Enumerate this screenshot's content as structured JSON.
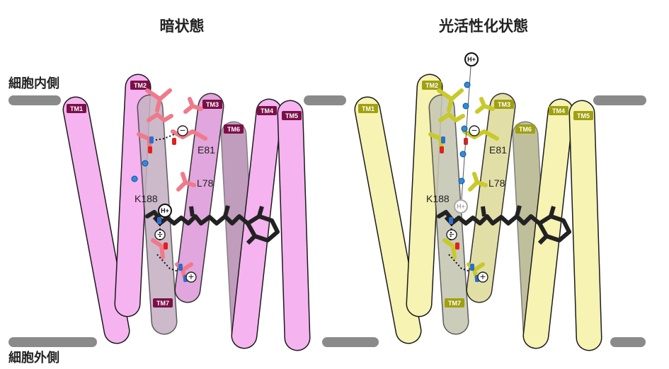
{
  "panels": {
    "dark": {
      "title": "暗状態",
      "fill": "#f5b3f0",
      "fill_light": "#fbe0f9",
      "tag": "#7a1048",
      "residue": "#f07a8a",
      "tm_labels": [
        "TM1",
        "TM2",
        "TM3",
        "TM4",
        "TM5",
        "TM6",
        "TM7"
      ],
      "residues": [
        "E81",
        "L78",
        "K188"
      ]
    },
    "light": {
      "title": "光活性化状態",
      "fill": "#f6f3b3",
      "fill_light": "#fcfbe2",
      "tag": "#a0a010",
      "residue": "#c9c92a",
      "tm_labels": [
        "TM1",
        "TM2",
        "TM3",
        "TM4",
        "TM5",
        "TM6",
        "TM7"
      ],
      "residues": [
        "E81",
        "L78",
        "K188"
      ]
    }
  },
  "membrane": {
    "cytoplasmic": "細胞内側",
    "extracellular": "細胞外側"
  },
  "symbols": {
    "proton": "H+",
    "minus": "−",
    "plus": "+"
  },
  "colors": {
    "membrane_bar": "#8a8a8a",
    "retinal": "#222222",
    "nitrogen": "#2a6fd0",
    "oxygen": "#e02020",
    "water": "#2a8ee0"
  }
}
